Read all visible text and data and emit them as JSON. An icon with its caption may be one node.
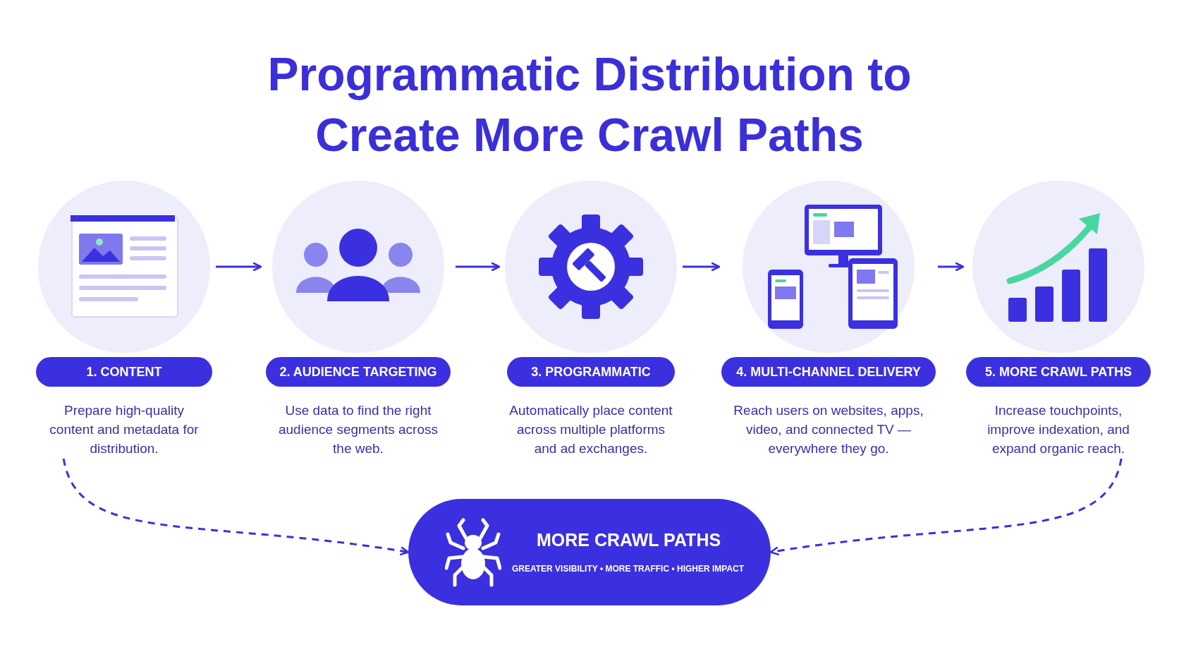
{
  "diagram": {
    "title": "Programmatic Distribution to Create More Crawl Paths",
    "nodes": [
      {
        "text": [
          "1. CONTENT",
          "Prepare high-quality content and metadata for distribution."
        ]
      },
      {
        "text": [
          "2. AUDIENCE TARGETING",
          "Use data to find the right audience segments across the web."
        ]
      },
      {
        "text": [
          "3. PROGRAMMATIC",
          "Automatically place content across multiple platforms and ad exchanges."
        ]
      },
      {
        "text": [
          "4. MULTI-CHANNEL DELIVERY",
          "Reach users on websites, apps, video, and connected TV — everywhere they go."
        ]
      },
      {
        "text": [
          "5. MORE CRAWL PATHS",
          "Increase touchpoints, improve indexation, and expand organic reach."
        ]
      },
      {
        "text": [
          "MORE CRAWL PATHS",
          "GREATER VISIBILITY • MORE TRAFFIC • HIGHER IMPACT"
        ]
      }
    ],
    "edges": [
      {
        "from": 0,
        "to": 1,
        "arrow": "to"
      },
      {
        "from": 1,
        "to": 2,
        "arrow": "to"
      },
      {
        "from": 2,
        "to": 3,
        "arrow": "to"
      },
      {
        "from": 3,
        "to": 4,
        "arrow": "to"
      },
      {
        "from": 0,
        "to": 5,
        "arrow": "to",
        "style": "dashed"
      },
      {
        "from": 4,
        "to": 5,
        "arrow": "to",
        "style": "dashed"
      }
    ]
  }
}
